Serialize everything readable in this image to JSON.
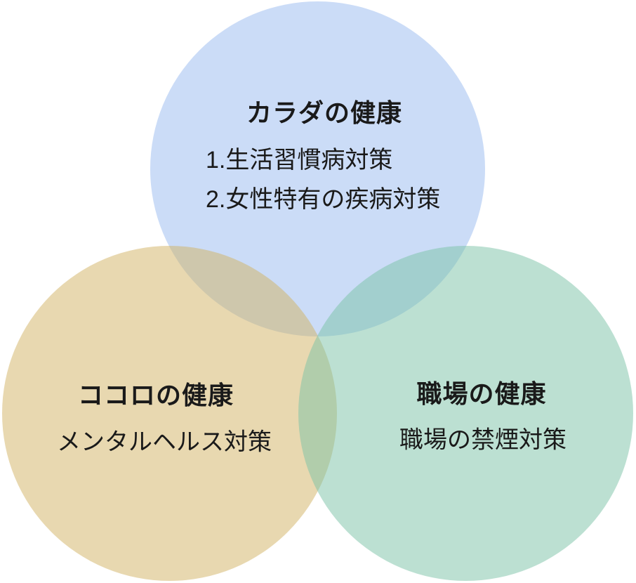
{
  "venn": {
    "background": "#ffffff",
    "text_color": "#1a1a1a",
    "circles": [
      {
        "key": "karada",
        "title": "カラダの健康",
        "items": [
          "1.生活習慣病対策",
          "2.女性特有の疾病対策"
        ],
        "fill": "#cbdcf7",
        "position": "top"
      },
      {
        "key": "kokoro",
        "title": "ココロの健康",
        "items": [
          "メンタルヘルス対策"
        ],
        "fill": "#e8d8b0",
        "position": "bottom-left"
      },
      {
        "key": "shokuba",
        "title": "職場の健康",
        "items": [
          "職場の禁煙対策"
        ],
        "fill": "#bce0d2",
        "position": "bottom-right"
      }
    ],
    "overlap_colors": {
      "karada_kokoro": "#cec6ac",
      "karada_shokuba": "#a2cece",
      "kokoro_shokuba": "#b1cdab"
    }
  }
}
